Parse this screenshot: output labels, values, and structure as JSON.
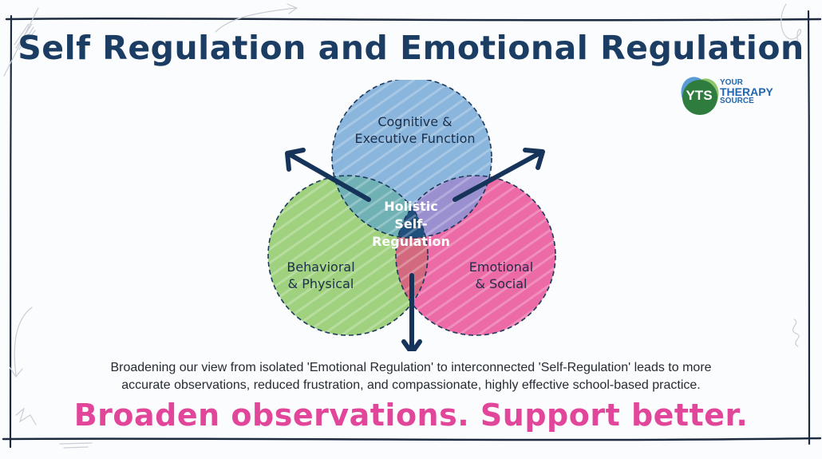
{
  "title": "Self Regulation and Emotional Regulation",
  "logo": {
    "mark_text": "YTS",
    "line1": "YOUR",
    "line2": "THERAPY",
    "line3": "SOURCE",
    "colors": {
      "blue": "#5b9bd5",
      "green": "#2e7d3e",
      "light_green": "#8cc66b",
      "text": "#2167b0"
    }
  },
  "venn": {
    "circles": [
      {
        "id": "cognitive",
        "label_line1": "Cognitive &",
        "label_line2": "Executive Function",
        "color": "#7aaad6"
      },
      {
        "id": "behavioral",
        "label_line1": "Behavioral",
        "label_line2": "& Physical",
        "color": "#9fd17f"
      },
      {
        "id": "emotional",
        "label_line1": "Emotional",
        "label_line2": "& Social",
        "color": "#ec6aa6"
      }
    ],
    "center": {
      "line1": "Holistic",
      "line2": "Self-",
      "line3": "Regulation",
      "color": "#1f4f7d"
    },
    "arrow_color": "#16345a"
  },
  "caption": {
    "line1": "Broadening our view from isolated 'Emotional Regulation' to interconnected 'Self-Regulation' leads to more",
    "line2": "accurate observations, reduced frustration, and compassionate, highly effective school-based practice."
  },
  "tagline": "Broaden observations. Support better.",
  "colors": {
    "title": "#1c3d63",
    "tagline": "#e2469a",
    "frame": "#1d2b40"
  }
}
